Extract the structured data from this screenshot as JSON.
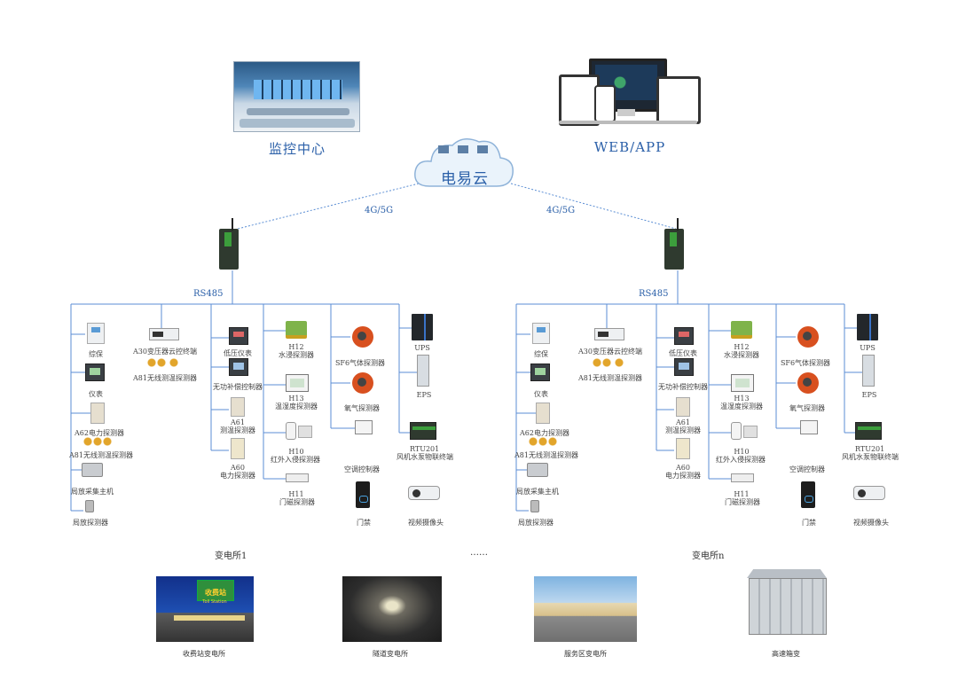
{
  "top": {
    "monitor_center": "监控中心",
    "web_app": "WEB/APP",
    "cloud": "电易云",
    "net_left": "4G/5G",
    "net_right": "4G/5G"
  },
  "bus_label": "RS485",
  "substation_left": "变电所1",
  "substation_right": "变电所n",
  "dots": "……",
  "devices": {
    "zongbao": "综保",
    "yibiao": "仪表",
    "a62": "A62电力探测器",
    "a81": "A81无线测温探测器",
    "juban_host": "局放采集主机",
    "juban_probe": "局放探测器",
    "a30": "A30变压器云控终端",
    "a81b": "A81无线测温探测器",
    "diya": "低压仪表",
    "wugong": "无功补偿控制器",
    "a61_1": "A61",
    "a61_2": "测温探测器",
    "a60_1": "A60",
    "a60_2": "电力探测器",
    "h12_1": "H12",
    "h12_2": "水浸探测器",
    "h13_1": "H13",
    "h13_2": "温湿度探测器",
    "h10_1": "H10",
    "h10_2": "红外入侵探测器",
    "h11_1": "H11",
    "h11_2": "门磁探测器",
    "sf6": "SF6气体探测器",
    "oxygen": "氧气探测器",
    "aircon": "空调控制器",
    "door": "门禁",
    "ups": "UPS",
    "eps": "EPS",
    "rtu_1": "RTU201",
    "rtu_2": "风机水泵物联终端",
    "camera": "视频摄像头"
  },
  "scenes": [
    {
      "caption": "收费站变电所",
      "sign1": "收费站",
      "sign2": "Toll Station"
    },
    {
      "caption": "隧道变电所"
    },
    {
      "caption": "服务区变电所"
    },
    {
      "caption": "高速箱变"
    }
  ],
  "colors": {
    "line": "#5b8ed4",
    "text_blue": "#2a5fa8",
    "device_dark": "#3a3f44",
    "device_light": "#e9ecef",
    "accent_orange": "#d8501f"
  }
}
